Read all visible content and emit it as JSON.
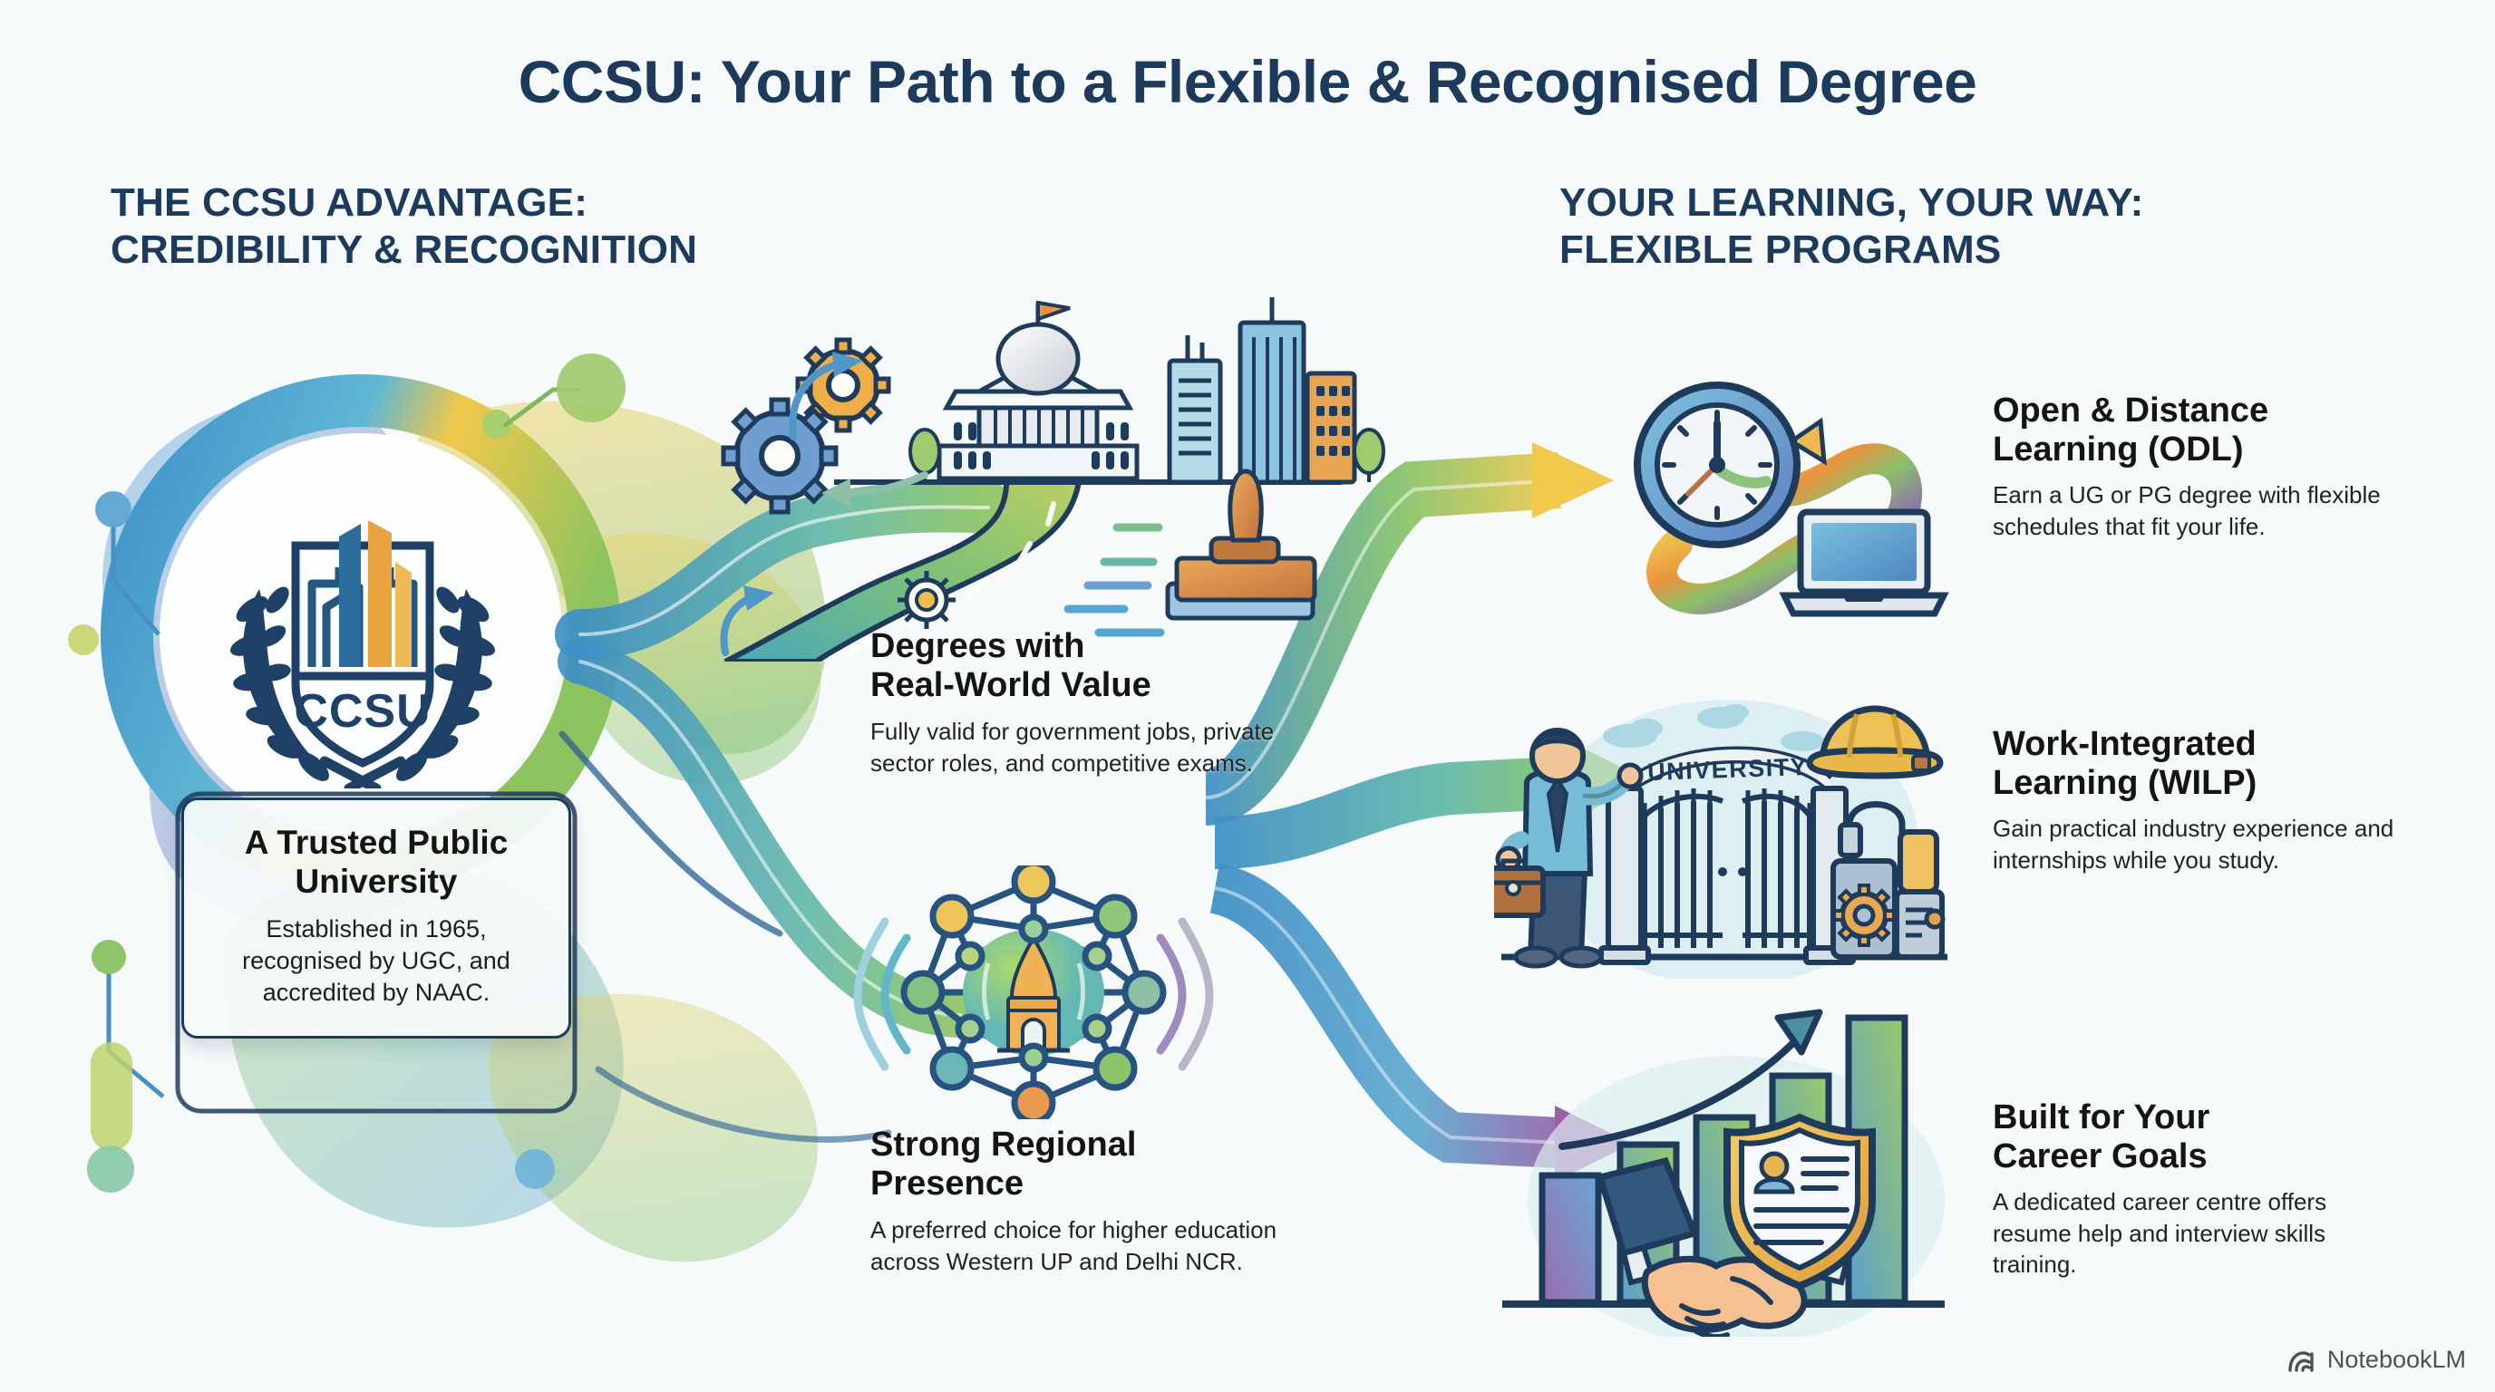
{
  "title": "CCSU: Your Path to a Flexible & Recognised Degree",
  "columns": {
    "left_heading_line1": "THE CCSU ADVANTAGE:",
    "left_heading_line2": "CREDIBILITY & RECOGNITION",
    "right_heading_line1": "YOUR LEARNING, YOUR WAY:",
    "right_heading_line2": "FLEXIBLE PROGRAMS"
  },
  "logo": {
    "seal_text": "CCSU",
    "icon": "university-crest-icon"
  },
  "trusted_card": {
    "title_line1": "A Trusted Public",
    "title_line2": "University",
    "body": "Established in 1965, recognised by UGC, and accredited by NAAC."
  },
  "features": [
    {
      "id": "degrees",
      "title_line1": "Degrees with",
      "title_line2": "Real-World Value",
      "body": "Fully valid for government jobs, private sector roles, and competitive exams.",
      "illustration": "capitol-city-stamp-gears-road-illustration"
    },
    {
      "id": "regional",
      "title_line1": "Strong Regional",
      "title_line2": "Presence",
      "body": "A preferred choice for higher education across Western UP and Delhi NCR.",
      "illustration": "network-nodes-landmark-illustration"
    }
  ],
  "programs": [
    {
      "id": "odl",
      "title_line1": "Open & Distance",
      "title_line2": "Learning (ODL)",
      "body": "Earn a UG or PG degree with flexible schedules that fit your life.",
      "illustration": "clock-arrow-laptop-icon"
    },
    {
      "id": "wilp",
      "title_line1": "Work-Integrated",
      "title_line2": "Learning (WILP)",
      "body": "Gain practical industry experience and internships while you study.",
      "illustration": "university-gate-worker-factory-icon",
      "gate_sign_text": "UNIVERSITY"
    },
    {
      "id": "career",
      "title_line1": "Built for Your",
      "title_line2": "Career Goals",
      "body": "A dedicated career centre offers resume help and interview skills training.",
      "illustration": "bar-chart-handshake-shield-icon"
    }
  ],
  "watermark": {
    "label": "NotebookLM",
    "icon": "notebooklm-logo-icon"
  },
  "colors": {
    "background": "#f2f8f7",
    "heading_navy": "#1b3a5c",
    "body_text": "#1d1d1d",
    "accent_blue": "#4a90c2",
    "accent_teal": "#5cb6b0",
    "accent_green": "#8dc05c",
    "accent_yellow": "#f0c04a",
    "accent_orange": "#e8943f",
    "accent_purple": "#8b6bb0",
    "outline_navy": "#1f3b5c"
  }
}
